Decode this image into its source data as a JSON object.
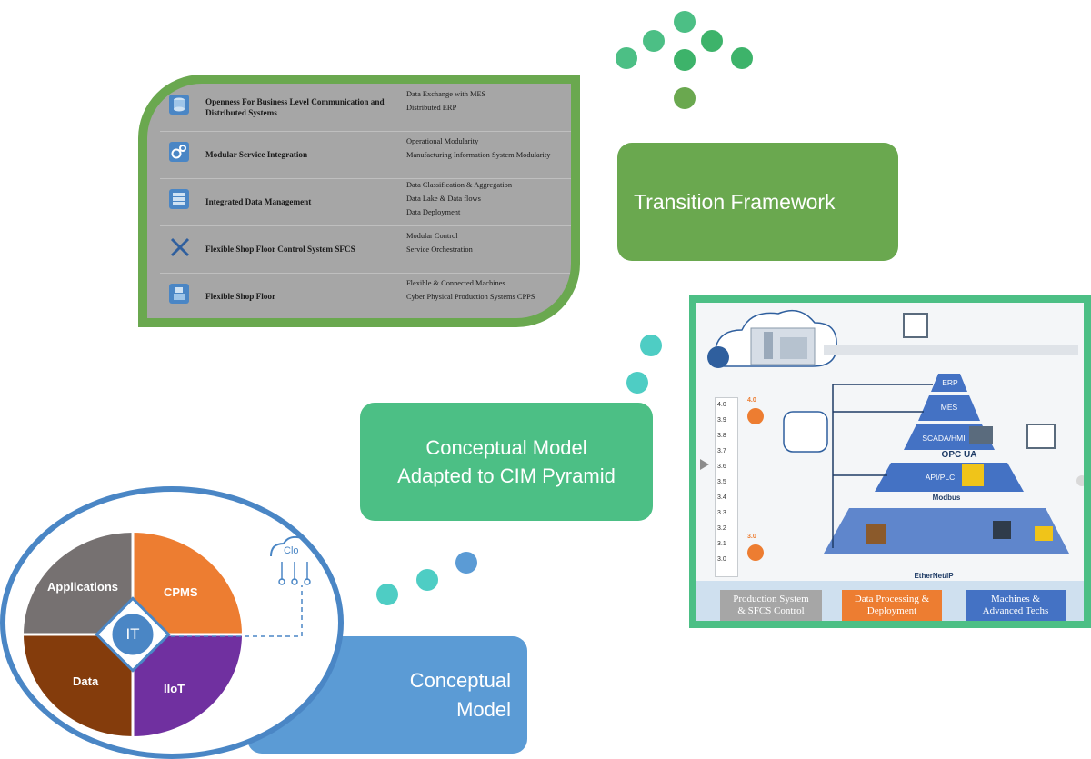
{
  "framework_table": {
    "rows": [
      {
        "icon": "database-icon",
        "title": "Openness For Business Level Communication and Distributed Systems",
        "details": [
          "Data Exchange with MES",
          "Distributed ERP"
        ]
      },
      {
        "icon": "gears-icon",
        "title": "Modular Service Integration",
        "details": [
          "Operational Modularity",
          "Manufacturing Information System Modularity"
        ]
      },
      {
        "icon": "server-icon",
        "title": "Integrated Data Management",
        "details": [
          "Data Classification & Aggregation",
          "Data Lake & Data flows",
          "Data Deployment"
        ]
      },
      {
        "icon": "tools-icon",
        "title": "Flexible Shop Floor Control System SFCS",
        "details": [
          "Modular Control",
          "Service Orchestration"
        ]
      },
      {
        "icon": "robot-icon",
        "title": "Flexible Shop Floor",
        "details": [
          "Flexible & Connected Machines",
          "Cyber Physical Production Systems CPPS"
        ]
      }
    ]
  },
  "labels": {
    "transition_framework": "Transition Framework",
    "cim_model_line1": "Conceptual Model",
    "cim_model_line2": "Adapted to CIM Pyramid",
    "conceptual_model_line1": "Conceptual",
    "conceptual_model_line2": "Model"
  },
  "cim_pyramid": {
    "scale": [
      "4.0",
      "3.9",
      "3.8",
      "3.7",
      "3.6",
      "3.5",
      "3.4",
      "3.3",
      "3.2",
      "3.1",
      "3.0"
    ],
    "badge_top": "4.0",
    "badge_bottom": "3.0",
    "levels": [
      "ERP",
      "MES",
      "SCADA/HMI",
      "API/PLC"
    ],
    "protocols": [
      "OPC UA",
      "Modbus",
      "EtherNet/IP"
    ],
    "categories": [
      {
        "line1": "Production System",
        "line2": "& SFCS Control",
        "color": "#a6a6a6"
      },
      {
        "line1": "Data Processing &",
        "line2": "Deployment",
        "color": "#ed7d31"
      },
      {
        "line1": "Machines &",
        "line2": "Advanced Techs",
        "color": "#4472c4"
      }
    ]
  },
  "conceptual_model": {
    "center": "IT",
    "quadrants": {
      "applications": "Applications",
      "cpms": "CPMS",
      "data": "Data",
      "iiot": "IIoT"
    },
    "cloud_label": "Clo",
    "colors": {
      "applications": "#767171",
      "cpms": "#ed7d31",
      "data": "#843c0c",
      "iiot": "#7030a0",
      "ring": "#4a86c5"
    }
  },
  "colors": {
    "green": "#6aa84f",
    "teal": "#4cbf85",
    "blue": "#5b9bd5"
  }
}
